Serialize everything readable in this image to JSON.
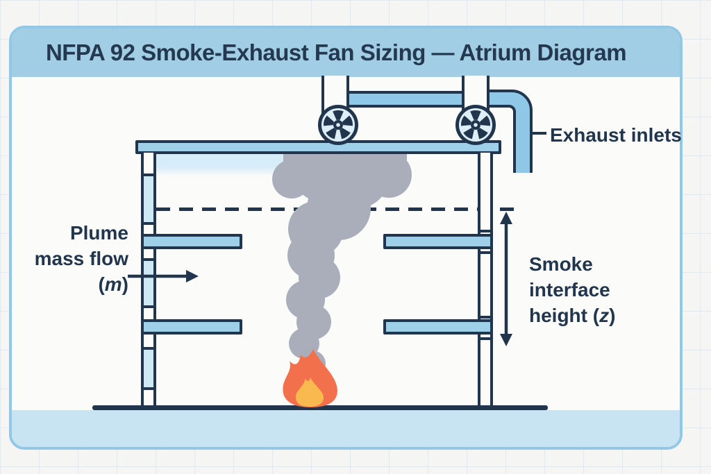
{
  "title": "NFPA 92 Smoke-Exhaust Fan Sizing — Atrium Diagram",
  "labels": {
    "plume": {
      "line1": "Plume",
      "line2": "mass flow",
      "open": "(",
      "symbol": "m",
      "close": ")"
    },
    "exhaust_inlets": "Exhaust inlets",
    "smoke_interface": {
      "line1": "Smoke",
      "line2": "interface",
      "line3_prefix": "height (",
      "symbol": "z",
      "line3_suffix": ")"
    }
  },
  "icons": {
    "fan": "exhaust-fan-icon",
    "flame": "fire-flame-icon",
    "smoke": "smoke-plume-icon"
  },
  "colors": {
    "navy": "#21364c",
    "slab_blue": "#9fd0ea",
    "duct_blue": "#8fc7e6",
    "header_blue": "#a1cde5",
    "floor_blue": "#c8e3f2",
    "wall_segment_blue": "#cfe8f6",
    "smoke_gray": "#a9aeba",
    "smoke_layer_blue": "#d6ecf9",
    "flame_outer": "#f3704d",
    "flame_inner": "#f8b94f",
    "fan_face": "#ddeef9",
    "card_bg": "#fbfbf9",
    "card_border": "#92c7e5",
    "page_bg": "#f5f5f3",
    "text_navy": "#243950"
  }
}
